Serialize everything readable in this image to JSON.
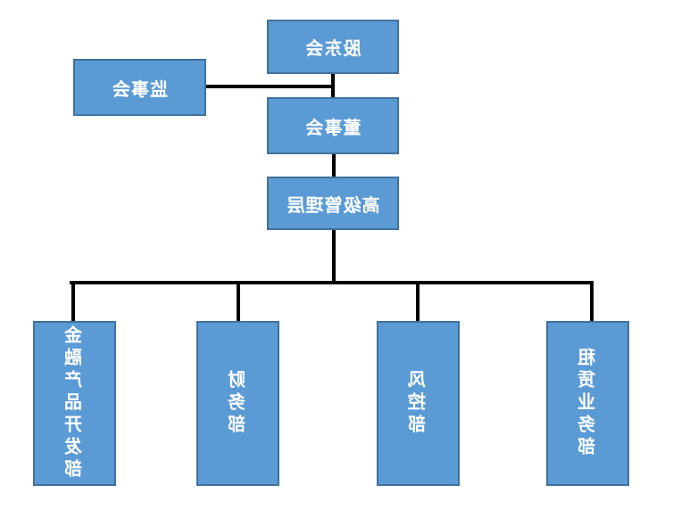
{
  "org_chart": {
    "type": "org-chart",
    "mirrored_rendering": true,
    "nodes": {
      "shareholders_meeting": {
        "label": "股东会"
      },
      "supervisory_board": {
        "label": "监事会"
      },
      "board_of_directors": {
        "label": "董事会"
      },
      "senior_management": {
        "label": "高级管理层"
      },
      "departments": [
        {
          "label": "金融产品开发部"
        },
        {
          "label": "财务部"
        },
        {
          "label": "风控部"
        },
        {
          "label": "租赁业务部"
        }
      ]
    },
    "edges": [
      {
        "from": "股东会",
        "to": "董事会"
      },
      {
        "from": "监事会",
        "to": "股东会—董事会连线"
      },
      {
        "from": "董事会",
        "to": "高级管理层"
      },
      {
        "from": "高级管理层",
        "to": "金融产品开发部"
      },
      {
        "from": "高级管理层",
        "to": "财务部"
      },
      {
        "from": "高级管理层",
        "to": "风控部"
      },
      {
        "from": "高级管理层",
        "to": "租赁业务部"
      }
    ],
    "colors": {
      "box_fill": "#5B9BD5",
      "box_border": "#41719C",
      "connector": "#000000",
      "label_text": "#FFFFFF",
      "background": "#FFFFFF"
    }
  }
}
